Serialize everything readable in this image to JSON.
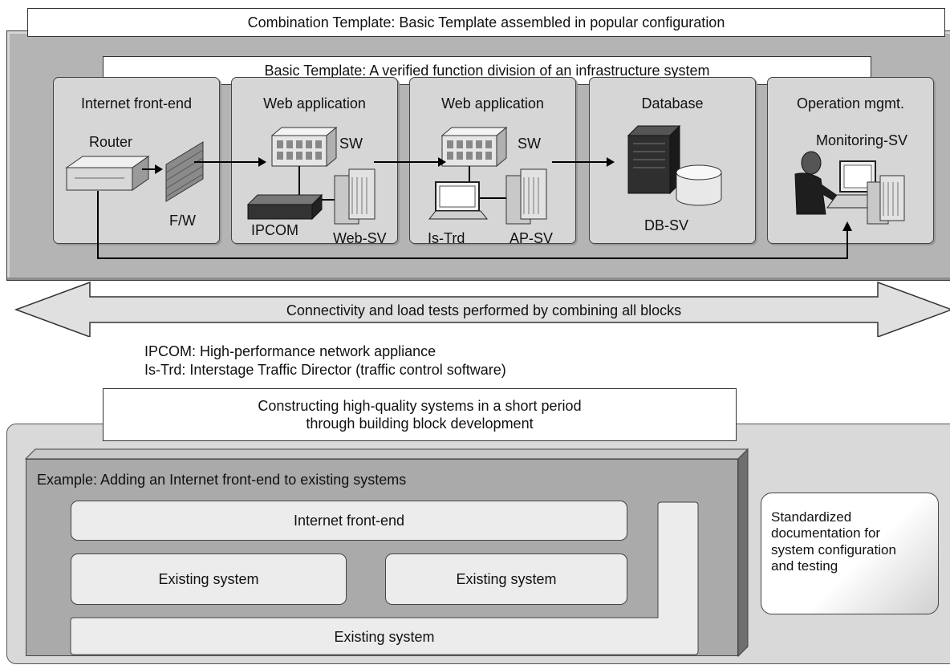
{
  "combination_label": "Combination Template: Basic Template assembled in popular configuration",
  "basic_label": "Basic Template: A verified function division of an infrastructure system",
  "blocks": {
    "front_end": {
      "title": "Internet front-end",
      "router": "Router",
      "fw": "F/W"
    },
    "web_app_1": {
      "title": "Web application",
      "sw": "SW",
      "ipcom": "IPCOM",
      "web_sv": "Web-SV"
    },
    "web_app_2": {
      "title": "Web application",
      "sw": "SW",
      "is_trd": "Is-Trd",
      "ap_sv": "AP-SV"
    },
    "database": {
      "title": "Database",
      "db_sv": "DB-SV"
    },
    "operation": {
      "title": "Operation mgmt.",
      "monitoring": "Monitoring-SV"
    }
  },
  "band_label": "Connectivity and load tests performed by combining all blocks",
  "notes": [
    "IPCOM: High-performance network appliance",
    "Is-Trd: Interstage Traffic Director (traffic control software)"
  ],
  "bottom": {
    "heading_line1": "Constructing high-quality systems in a short period",
    "heading_line2": "through building block development",
    "example_label": "Example: Adding an Internet front-end to existing systems",
    "front_end_bar": "Internet front-end",
    "existing_left": "Existing system",
    "existing_right": "Existing system",
    "existing_bottom": "Existing system",
    "doc_text": "Standardized\ndocumentation for\nsystem configuration\nand testing"
  },
  "colors": {
    "panel_gray": "#b4b4b4",
    "block_gray": "#d6d6d6",
    "band_gray": "#e0e0e0",
    "example_gray": "#aaaaaa"
  }
}
